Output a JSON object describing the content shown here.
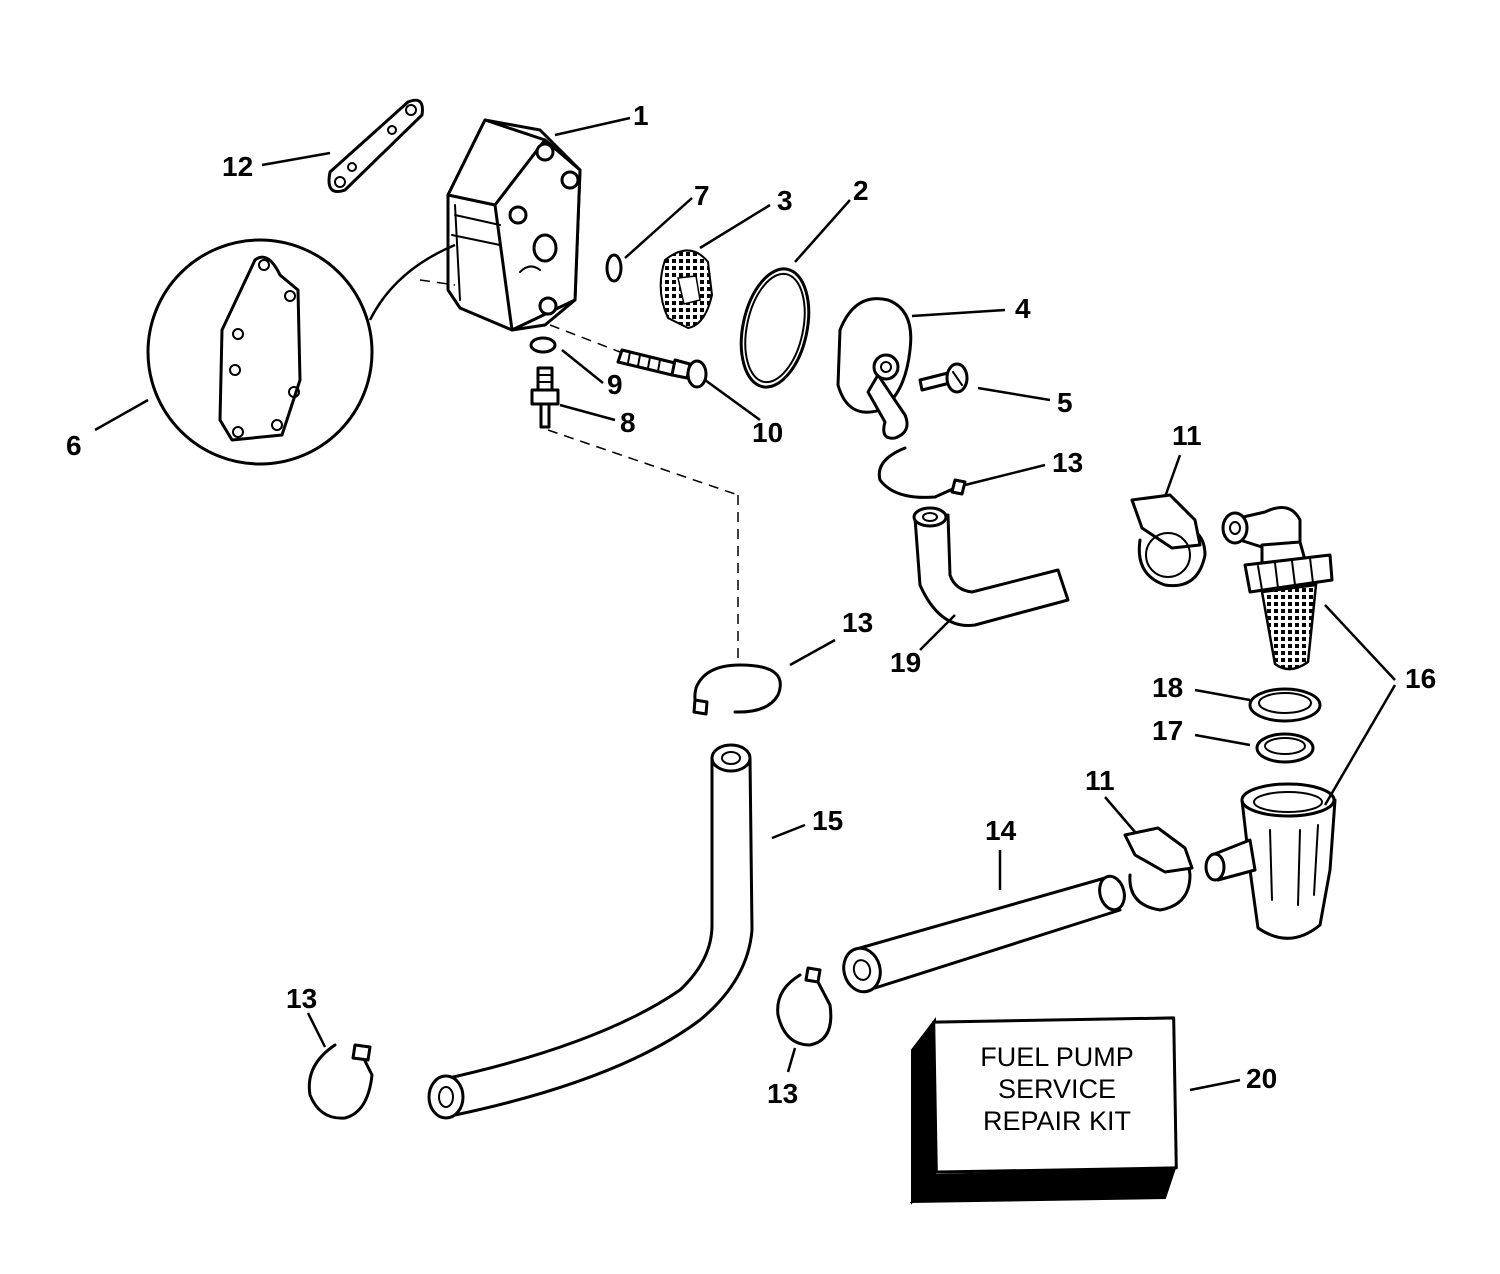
{
  "callouts": {
    "c1": "1",
    "c2": "2",
    "c3": "3",
    "c4": "4",
    "c5": "5",
    "c6": "6",
    "c7": "7",
    "c8": "8",
    "c9": "9",
    "c10": "10",
    "c11a": "11",
    "c11b": "11",
    "c12": "12",
    "c13a": "13",
    "c13b": "13",
    "c13c": "13",
    "c13d": "13",
    "c14": "14",
    "c15": "15",
    "c16": "16",
    "c17": "17",
    "c18": "18",
    "c19": "19",
    "c20": "20"
  },
  "kit": {
    "line1": "FUEL PUMP",
    "line2": "SERVICE",
    "line3": "REPAIR KIT"
  }
}
